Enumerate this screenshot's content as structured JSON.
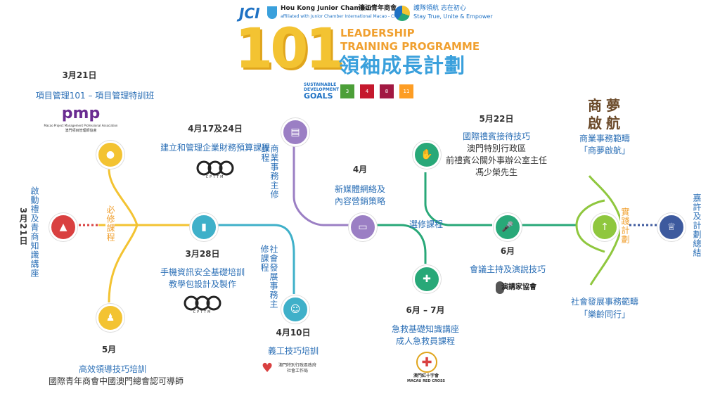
{
  "header": {
    "jci": "JCI",
    "chamber_en": "Hou Kong Junior Chamber",
    "chamber_zh": "濠江青年商會",
    "affiliate": "affiliated with Junior Chamber International Macao - China",
    "motto_zh": "護隊領航 志在初心",
    "motto_en": "Stay True, Unite & Empower",
    "big_number": "101",
    "title_line1": "LEADERSHIP",
    "title_line2": "TRAINING PROGRAMME",
    "title_zh": "領袖成長計劃",
    "sdg_line1": "SUSTAINABLE",
    "sdg_line2": "DEVELOPMENT",
    "sdg_line3": "GOALS",
    "sdg_numbers": [
      "3",
      "4",
      "8",
      "11"
    ]
  },
  "colors": {
    "red": "#d94040",
    "yellow": "#f3c332",
    "teal": "#3fb0c9",
    "purple": "#9b7fc4",
    "green": "#28a878",
    "lime": "#8fc73e",
    "navy": "#3d5a9e",
    "blue_text": "#2b6fb6"
  },
  "sections": {
    "compulsory": "必修課程",
    "business": "商業事務主修課程",
    "social": "社會發展事務主修課程",
    "elective": "選修課程",
    "practice": "實踐計劃"
  },
  "events": {
    "opening": {
      "date": "3月21日",
      "title": "啟動禮及青商知識講座"
    },
    "pm": {
      "date": "3月21日",
      "title": "項目管理101 – 項目管理特訓班",
      "logo_text": "pmp",
      "logo_sub1": "Macao Project Management Professional Association",
      "logo_sub2": "澳門項目管理師協會"
    },
    "leadership": {
      "date": "5月",
      "line1": "高效領導技巧培訓",
      "line2": "國際青年商會中國澳門總會認可導師"
    },
    "finance": {
      "date": "4月17及24日",
      "title": "建立和管理企業財務預算課程"
    },
    "mobile": {
      "date": "3月28日",
      "line1": "手機資訊安全基礎培訓",
      "line2": "教學包設計及製作"
    },
    "cpttm": "CPTTM",
    "volunteer": {
      "date": "4月10日",
      "title": "義工技巧培訓",
      "logo_line1": "澳門特別行政區政府",
      "logo_line2": "社會工作局"
    },
    "media": {
      "date": "4月",
      "line1": "新媒體網絡及",
      "line2": "內容營銷策略"
    },
    "firstaid": {
      "date": "6月 – 7月",
      "line1": "急救基礎知識講座",
      "line2": "成人急救員課程",
      "logo_text": "澳門紅十字會",
      "logo_sub": "MACAU RED CROSS"
    },
    "etiquette": {
      "date": "5月22日",
      "line1": "國際禮賓接待技巧",
      "line2": "澳門特別行政區",
      "line3": "前禮賓公關外事辦公室主任",
      "line4": "馮少榮先生"
    },
    "speech": {
      "date": "6月",
      "title": "會議主持及演說技巧",
      "logo_text": "演講家協會"
    },
    "business_scope": {
      "logo": [
        "商",
        "夢",
        "啟",
        "航"
      ],
      "line1": "商業事務範疇",
      "line2": "「商夢啟航」"
    },
    "social_scope": {
      "line1": "社會發展事務範疇",
      "line2": "「樂齡同行」"
    },
    "closing": {
      "title": "嘉許及計劃總結"
    }
  }
}
